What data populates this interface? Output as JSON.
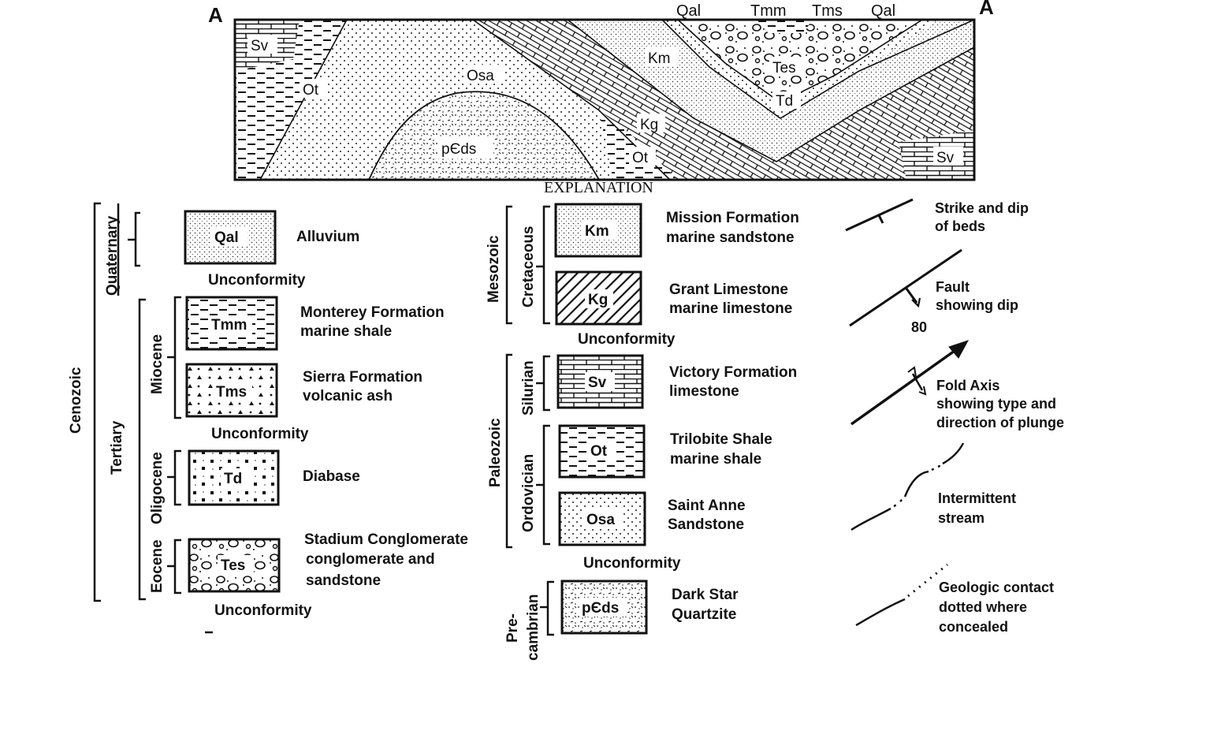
{
  "cross_section": {
    "end_left": "A",
    "end_right": "A",
    "top_labels": [
      "Qal",
      "Tmm",
      "Tms",
      "Qal"
    ],
    "unit_labels": {
      "sv_left": "Sv",
      "ot_left": "Ot",
      "osa": "Osa",
      "pcds": "pЄds",
      "ot_mid": "Ot",
      "kg": "Kg",
      "km": "Km",
      "tes": "Tes",
      "td": "Td",
      "sv_right": "Sv"
    }
  },
  "explanation_title": "EXPLANATION",
  "eras": {
    "cenozoic": "Cenozoic",
    "quaternary": "Quaternary",
    "tertiary": "Tertiary",
    "miocene": "Miocene",
    "oligocene": "Oligocene",
    "eocene": "Eocene",
    "mesozoic": "Mesozoic",
    "cretaceous": "Cretaceous",
    "paleozoic": "Paleozoic",
    "silurian": "Silurian",
    "ordovician": "Ordovician",
    "precambrian_1": "Pre-",
    "precambrian_2": "cambrian"
  },
  "units": [
    {
      "code": "Qal",
      "line1": "Alluvium",
      "line2": ""
    },
    {
      "code": "Tmm",
      "line1": "Monterey Formation",
      "line2": "marine shale"
    },
    {
      "code": "Tms",
      "line1": "Sierra Formation",
      "line2": "volcanic ash"
    },
    {
      "code": "Td",
      "line1": "Diabase",
      "line2": ""
    },
    {
      "code": "Tes",
      "line1": "Stadium Conglomerate",
      "line2": "conglomerate and",
      "line3": "sandstone"
    },
    {
      "code": "Km",
      "line1": "Mission Formation",
      "line2": "marine sandstone"
    },
    {
      "code": "Kg",
      "line1": "Grant Limestone",
      "line2": "marine limestone"
    },
    {
      "code": "Sv",
      "line1": "Victory Formation",
      "line2": "limestone"
    },
    {
      "code": "Ot",
      "line1": "Trilobite Shale",
      "line2": "marine shale"
    },
    {
      "code": "Osa",
      "line1": "Saint Anne",
      "line2": "Sandstone"
    },
    {
      "code": "pЄds",
      "line1": "Dark Star",
      "line2": "Quartzite"
    }
  ],
  "unconformity": "Unconformity",
  "symbols": {
    "strike": {
      "line1": "Strike and dip",
      "line2": "of beds"
    },
    "fault": {
      "line1": "Fault",
      "line2": "showing dip",
      "value": "80"
    },
    "fold": {
      "line1": "Fold Axis",
      "line2": "showing type and",
      "line3": "direction of plunge"
    },
    "stream": {
      "line1": "Intermittent",
      "line2": "stream"
    },
    "contact": {
      "line1": "Geologic contact",
      "line2": "dotted where",
      "line3": "concealed"
    }
  }
}
